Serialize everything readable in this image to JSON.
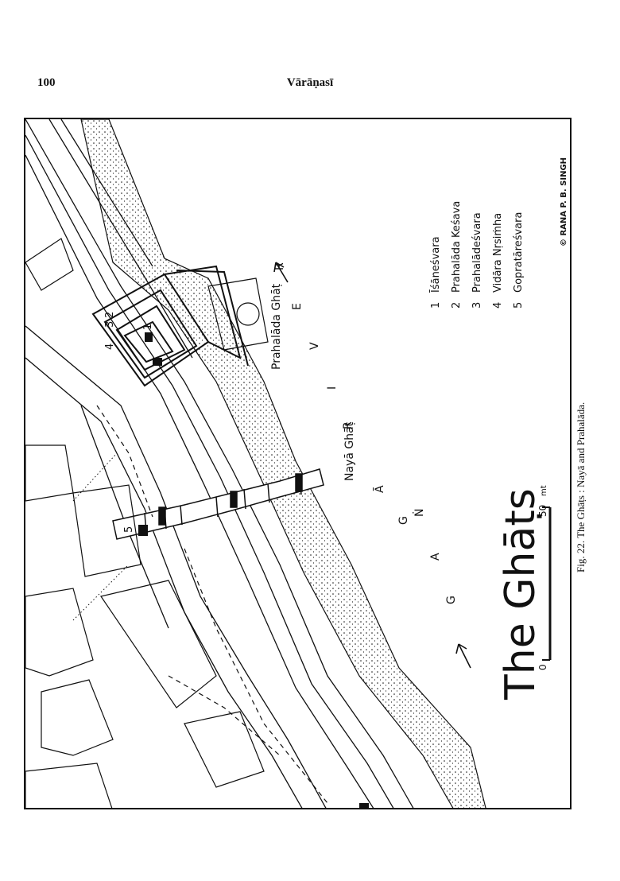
{
  "header": {
    "page_number": "100",
    "running_title": "Vārāṇasī"
  },
  "map": {
    "title": "The Ghāṭs",
    "credit": "© RANA P. B. SINGH",
    "scale_bar": {
      "zero_label": "0",
      "end_label": "50",
      "unit": "mt"
    },
    "river_letters": [
      "G",
      "A",
      "Ṅ",
      "G",
      "Ā",
      "R",
      "I",
      "V",
      "E",
      "R"
    ],
    "ghat_labels": [
      "Nayā Ghāṭ",
      "Prahalāda Ghāṭ"
    ],
    "legend": [
      {
        "number": "1",
        "name": "Īśāneśvara"
      },
      {
        "number": "2",
        "name": "Prahalāda Keśava"
      },
      {
        "number": "3",
        "name": "Prahalādeśvara"
      },
      {
        "number": "4",
        "name": "Vidāra Nṛsiṁha"
      },
      {
        "number": "5",
        "name": "Gopratāreśvara"
      }
    ],
    "markers": [
      "1",
      "2",
      "3",
      "4",
      "5"
    ]
  },
  "caption": "Fig. 22. The Ghāṭs : Nayā and Prahalāda."
}
